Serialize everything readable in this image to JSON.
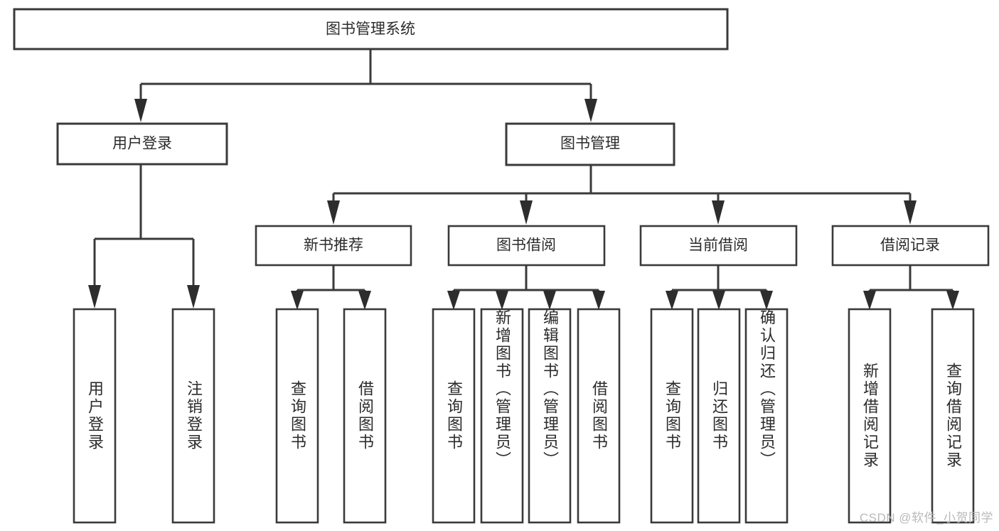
{
  "diagram": {
    "title": "图书管理系统",
    "type": "tree-structure-chart",
    "watermark": "CSDN @软件_小贺同学",
    "colors": {
      "background": "#ffffff",
      "box_stroke": "#3a3a3a",
      "connector": "#3a3a3a",
      "text": "#2b2b2b",
      "watermark": "#b9b9b9"
    },
    "root": {
      "label": "图书管理系统"
    },
    "level2": [
      {
        "label": "用户登录"
      },
      {
        "label": "图书管理"
      }
    ],
    "level3": [
      {
        "label": "新书推荐"
      },
      {
        "label": "图书借阅"
      },
      {
        "label": "当前借阅"
      },
      {
        "label": "借阅记录"
      }
    ],
    "leaves": {
      "user_login": [
        {
          "label": "用户登录"
        },
        {
          "label": "注销登录"
        }
      ],
      "new_book_recommend": [
        {
          "label": "查询图书"
        },
        {
          "label": "借阅图书"
        }
      ],
      "book_borrow": [
        {
          "label": "查询图书"
        },
        {
          "label": "新增图书（管理员）"
        },
        {
          "label": "编辑图书（管理员）"
        },
        {
          "label": "借阅图书"
        }
      ],
      "current_borrow": [
        {
          "label": "查询图书"
        },
        {
          "label": "归还图书"
        },
        {
          "label": "确认归还（管理员）"
        }
      ],
      "borrow_record": [
        {
          "label": "新增借阅记录"
        },
        {
          "label": "查询借阅记录"
        }
      ]
    }
  }
}
